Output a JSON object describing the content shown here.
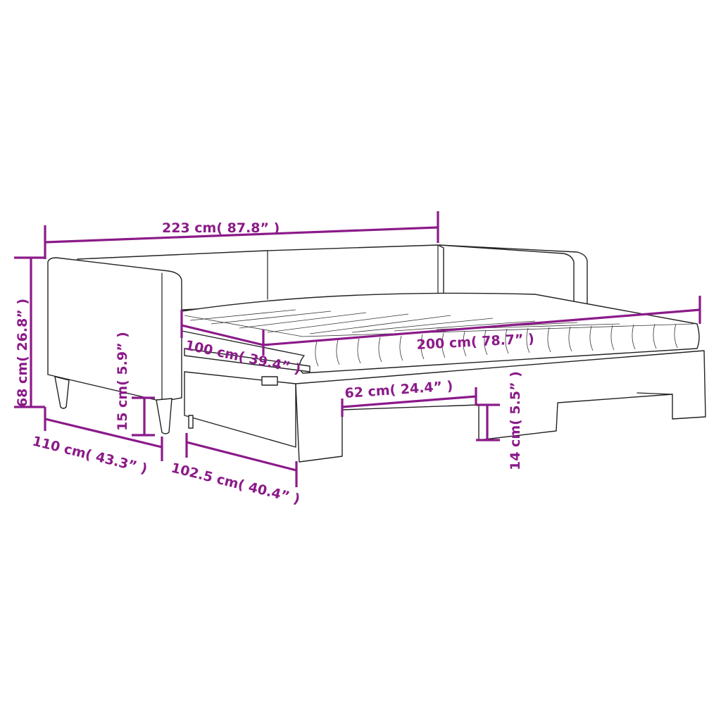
{
  "diagram": {
    "subject": "Daybed with trundle and mattresses - dimensions",
    "accent_color": "#8b1a89",
    "line_color": "#222222",
    "background": "#ffffff"
  },
  "dimensions": {
    "overall_length": "223 cm( 87.8” )",
    "overall_height": "68 cm( 26.8” )",
    "leg_height": "15 cm( 5.9” )",
    "overall_depth": "110 cm( 43.3” )",
    "trundle_depth": "102.5 cm( 40.4” )",
    "mattress_width": "100 cm( 39.4” )",
    "mattress_length": "200 cm( 78.7” )",
    "trundle_cutout_width": "62 cm( 24.4” )",
    "trundle_clearance_height": "14 cm( 5.5” )"
  }
}
